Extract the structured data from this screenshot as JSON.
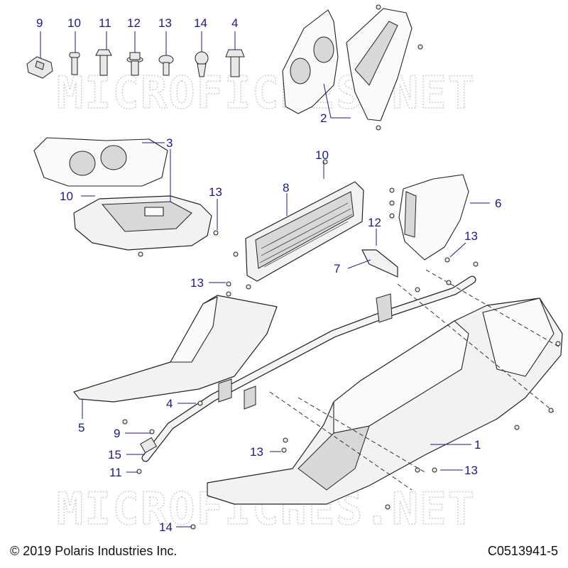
{
  "footer": {
    "copyright": "© 2019 Polaris Industries Inc.",
    "diagram_code": "C0513941-5"
  },
  "watermark": "MICROFICHES.NET",
  "callouts": [
    {
      "id": "c-9-top",
      "label": "9"
    },
    {
      "id": "c-10-top",
      "label": "10"
    },
    {
      "id": "c-11-top",
      "label": "11"
    },
    {
      "id": "c-12-top",
      "label": "12"
    },
    {
      "id": "c-13-top",
      "label": "13"
    },
    {
      "id": "c-14-top",
      "label": "14"
    },
    {
      "id": "c-4-top",
      "label": "4"
    },
    {
      "id": "c-2",
      "label": "2"
    },
    {
      "id": "c-3",
      "label": "3"
    },
    {
      "id": "c-10-left",
      "label": "10"
    },
    {
      "id": "c-13-left",
      "label": "13"
    },
    {
      "id": "c-10-mid",
      "label": "10"
    },
    {
      "id": "c-8",
      "label": "8"
    },
    {
      "id": "c-6",
      "label": "6"
    },
    {
      "id": "c-12-right",
      "label": "12"
    },
    {
      "id": "c-13-right",
      "label": "13"
    },
    {
      "id": "c-7",
      "label": "7"
    },
    {
      "id": "c-13-mid",
      "label": "13"
    },
    {
      "id": "c-4-mid",
      "label": "4"
    },
    {
      "id": "c-5",
      "label": "5"
    },
    {
      "id": "c-9-low",
      "label": "9"
    },
    {
      "id": "c-15",
      "label": "15"
    },
    {
      "id": "c-11-low",
      "label": "11"
    },
    {
      "id": "c-13-low",
      "label": "13"
    },
    {
      "id": "c-1",
      "label": "1"
    },
    {
      "id": "c-13-lowright",
      "label": "13"
    },
    {
      "id": "c-14-low",
      "label": "14"
    }
  ]
}
